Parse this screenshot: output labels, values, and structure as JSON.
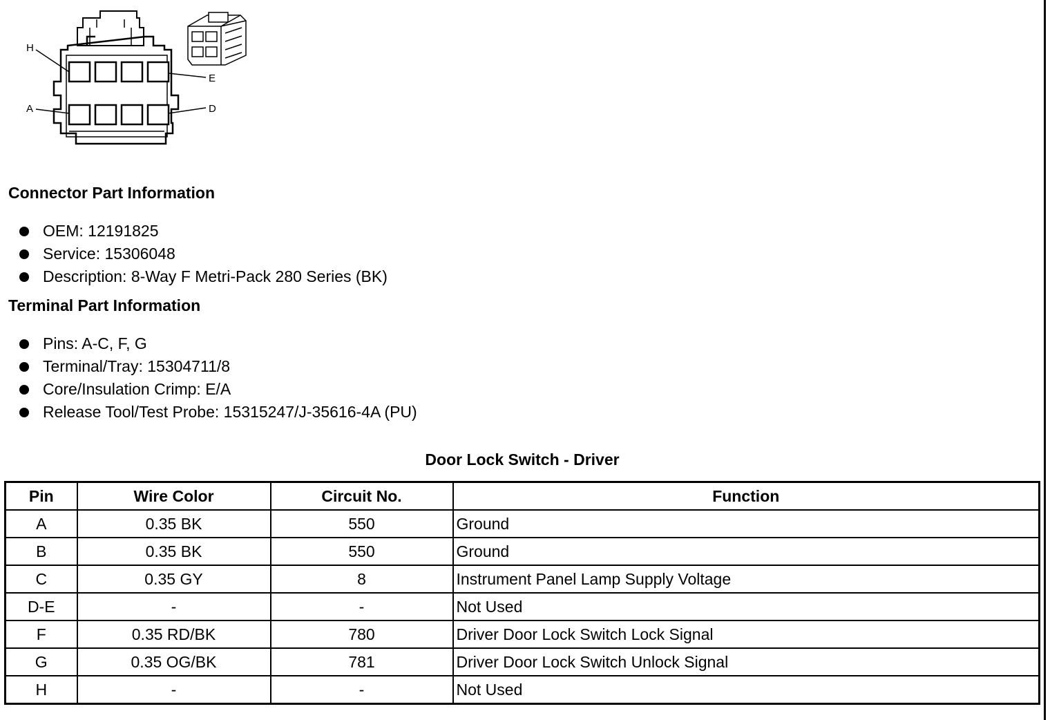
{
  "diagram": {
    "pin_labels": [
      "H",
      "E",
      "A",
      "D"
    ]
  },
  "connector_info": {
    "heading": "Connector Part Information",
    "items": [
      "OEM: 12191825",
      "Service: 15306048",
      "Description: 8-Way F Metri-Pack 280 Series (BK)"
    ]
  },
  "terminal_info": {
    "heading": "Terminal Part Information",
    "items": [
      "Pins: A-C, F, G",
      "Terminal/Tray: 15304711/8",
      "Core/Insulation Crimp: E/A",
      "Release Tool/Test Probe: 15315247/J-35616-4A (PU)"
    ]
  },
  "table": {
    "title": "Door Lock Switch - Driver",
    "headers": [
      "Pin",
      "Wire Color",
      "Circuit No.",
      "Function"
    ],
    "rows": [
      [
        "A",
        "0.35 BK",
        "550",
        "Ground"
      ],
      [
        "B",
        "0.35 BK",
        "550",
        "Ground"
      ],
      [
        "C",
        "0.35 GY",
        "8",
        "Instrument Panel Lamp Supply Voltage"
      ],
      [
        "D-E",
        "-",
        "-",
        "Not Used"
      ],
      [
        "F",
        "0.35 RD/BK",
        "780",
        "Driver Door Lock Switch Lock Signal"
      ],
      [
        "G",
        "0.35 OG/BK",
        "781",
        "Driver Door Lock Switch Unlock Signal"
      ],
      [
        "H",
        "-",
        "-",
        "Not Used"
      ]
    ]
  }
}
